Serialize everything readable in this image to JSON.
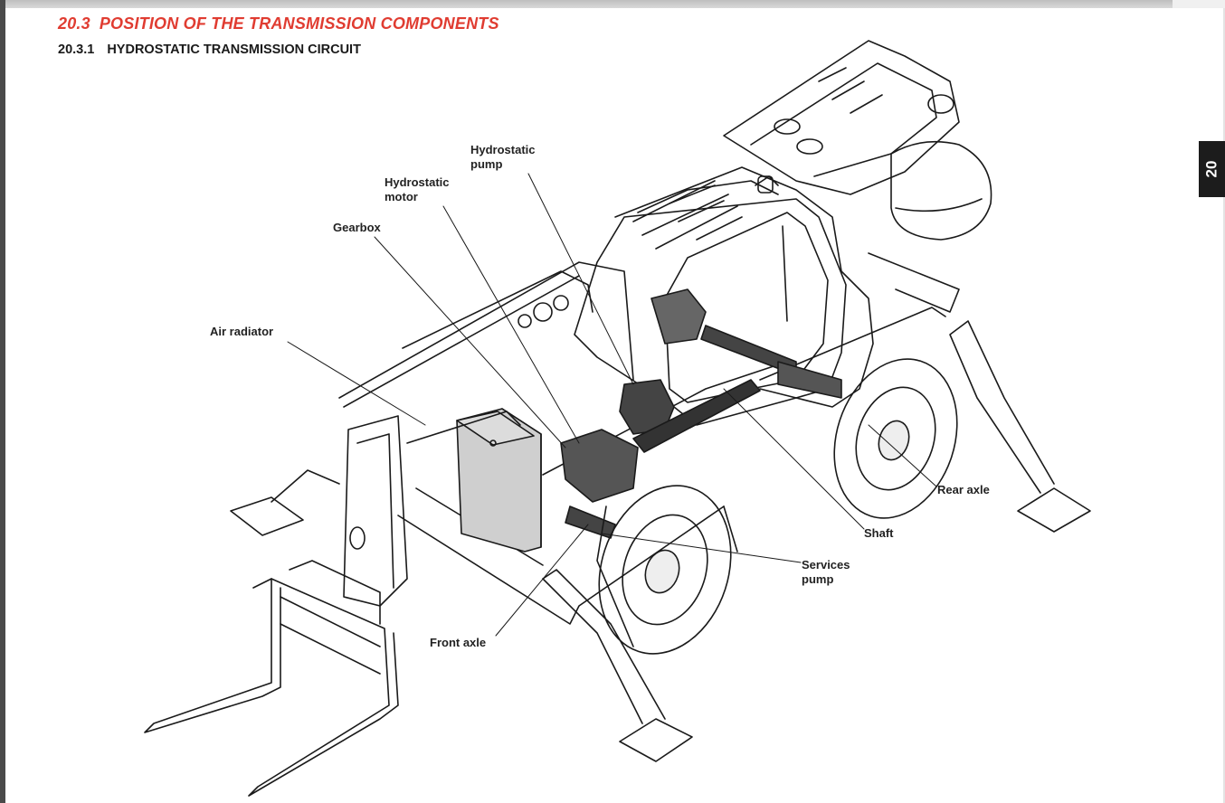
{
  "header": {
    "section_number": "20.3",
    "section_title": "POSITION OF THE TRANSMISSION COMPONENTS",
    "subsection_number": "20.3.1",
    "subsection_title": "HYDROSTATIC TRANSMISSION CIRCUIT",
    "accent_color": "#e03c31"
  },
  "chapter_tab": {
    "label": "20"
  },
  "figure": {
    "labels": {
      "hydrostatic_pump_1": "Hydrostatic",
      "hydrostatic_pump_2": "pump",
      "hydrostatic_motor_1": "Hydrostatic",
      "hydrostatic_motor_2": "motor",
      "gearbox": "Gearbox",
      "air_radiator": "Air radiator",
      "rear_axle": "Rear axle",
      "shaft": "Shaft",
      "services_pump_1": "Services",
      "services_pump_2": "pump",
      "front_axle": "Front axle"
    }
  }
}
